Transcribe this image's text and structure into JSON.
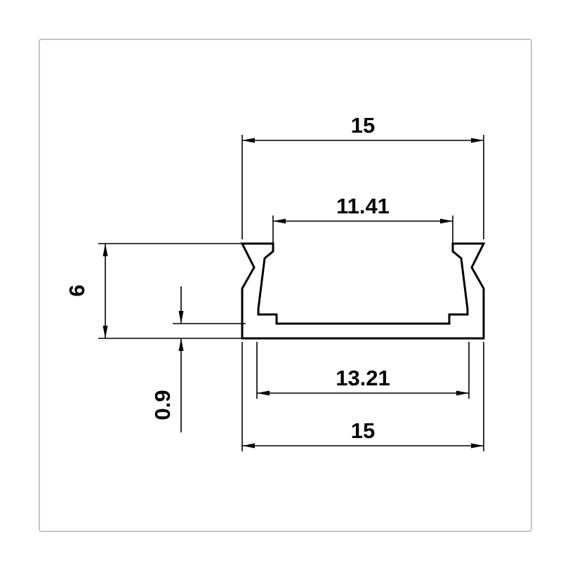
{
  "drawing": {
    "description": "Cross-section technical drawing of an aluminium channel profile with dimension annotations",
    "background": "#ffffff",
    "line_color": "#000000",
    "frame_color": "#c4c4c4",
    "dimensions": {
      "top_width": "15",
      "opening_width": "11.41",
      "height": "6",
      "base_thickness": "0.9",
      "inner_width": "13.21",
      "bottom_width": "15"
    }
  }
}
